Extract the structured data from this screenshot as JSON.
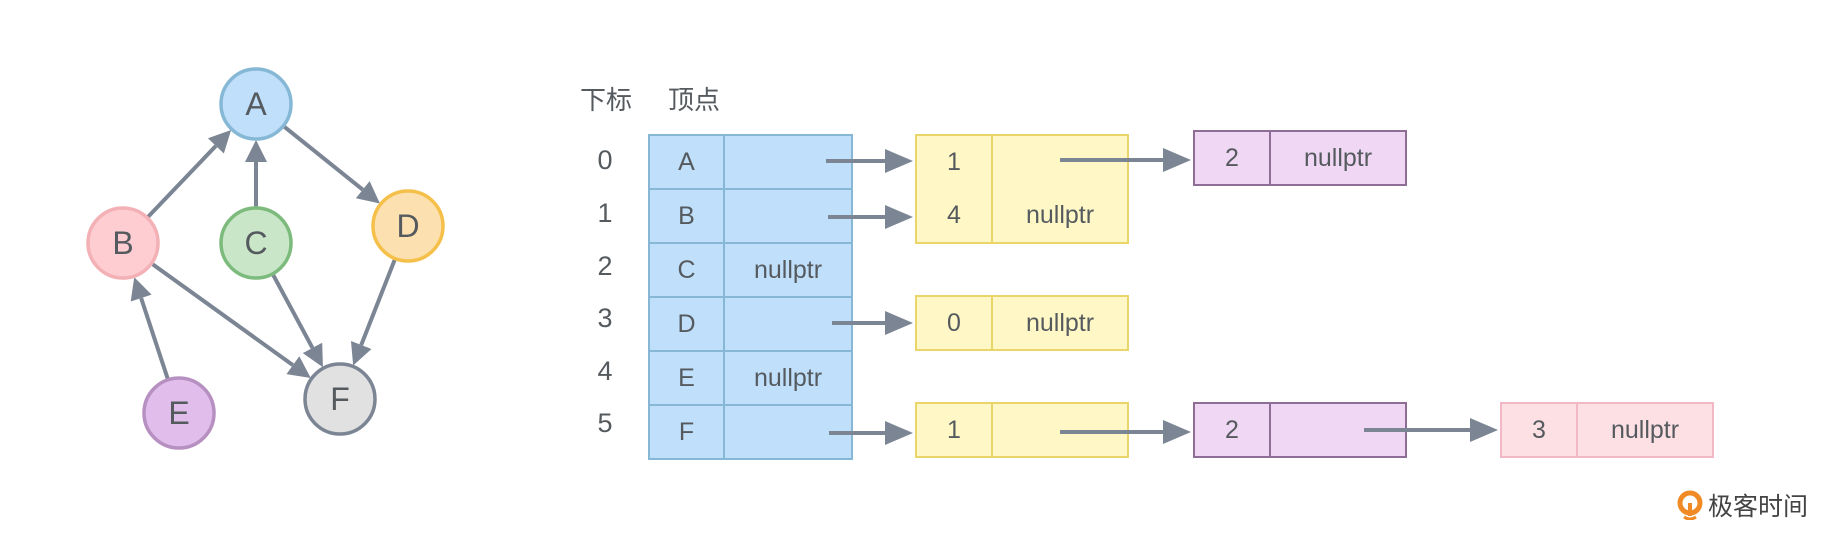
{
  "graph": {
    "nodes": [
      {
        "id": "A",
        "fill": "#bfdffa",
        "stroke": "#86b8d6"
      },
      {
        "id": "B",
        "fill": "#fdcdd2",
        "stroke": "#f3b1b6"
      },
      {
        "id": "C",
        "fill": "#c9e6c9",
        "stroke": "#7dbb7d"
      },
      {
        "id": "D",
        "fill": "#fde0b0",
        "stroke": "#f5c04a"
      },
      {
        "id": "E",
        "fill": "#e0bdea",
        "stroke": "#b690c0"
      },
      {
        "id": "F",
        "fill": "#e1e1e1",
        "stroke": "#7b8593"
      }
    ],
    "edges": [
      {
        "from": "B",
        "to": "A"
      },
      {
        "from": "C",
        "to": "A"
      },
      {
        "from": "A",
        "to": "D"
      },
      {
        "from": "E",
        "to": "B"
      },
      {
        "from": "B",
        "to": "F"
      },
      {
        "from": "C",
        "to": "F"
      },
      {
        "from": "D",
        "to": "F"
      }
    ],
    "edge_color": "#7b8593"
  },
  "table": {
    "header_index": "下标",
    "header_vertex": "顶点",
    "rows": [
      {
        "index": "0",
        "vertex": "A",
        "ptr": ""
      },
      {
        "index": "1",
        "vertex": "B",
        "ptr": ""
      },
      {
        "index": "2",
        "vertex": "C",
        "ptr": "nullptr"
      },
      {
        "index": "3",
        "vertex": "D",
        "ptr": ""
      },
      {
        "index": "4",
        "vertex": "E",
        "ptr": "nullptr"
      },
      {
        "index": "5",
        "vertex": "F",
        "ptr": ""
      }
    ]
  },
  "lists": {
    "row0": [
      {
        "value": "1",
        "next": ""
      },
      {
        "value": "2",
        "next": "nullptr"
      }
    ],
    "row1": [
      {
        "value": "4",
        "next": "nullptr"
      }
    ],
    "row3": [
      {
        "value": "0",
        "next": "nullptr"
      }
    ],
    "row5": [
      {
        "value": "1",
        "next": ""
      },
      {
        "value": "2",
        "next": ""
      },
      {
        "value": "3",
        "next": "nullptr"
      }
    ]
  },
  "logo": {
    "text": "极客时间",
    "color": "#f08a24"
  }
}
